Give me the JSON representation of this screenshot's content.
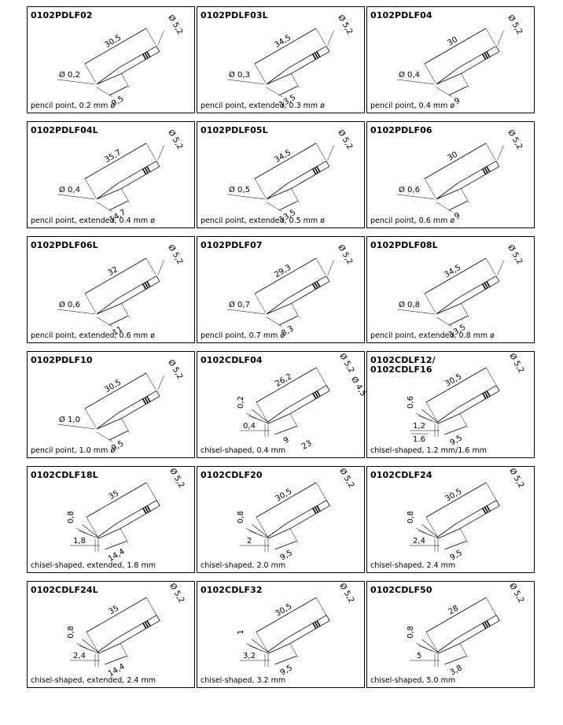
{
  "tips": [
    {
      "code": "0102PDLF02",
      "caption": "pencil point, 0.2 mm ø",
      "kind": "pencil",
      "dims": {
        "length": "30,5",
        "shaft": "Ø 5,2",
        "tip": "Ø 0,2",
        "reach": "9,5"
      }
    },
    {
      "code": "0102PDLF03L",
      "caption": "pencil point, extended, 0.3 mm ø",
      "kind": "pencil",
      "dims": {
        "length": "34,5",
        "shaft": "Ø 5,2",
        "tip": "Ø 0,3",
        "reach": "13,5"
      }
    },
    {
      "code": "0102PDLF04",
      "caption": "pencil point, 0.4 mm ø",
      "kind": "pencil",
      "dims": {
        "length": "30",
        "shaft": "Ø 5,2",
        "tip": "Ø 0,4",
        "reach": "9"
      }
    },
    {
      "code": "0102PDLF04L",
      "caption": "pencil point, extended, 0.4 mm ø",
      "kind": "pencil",
      "dims": {
        "length": "35,7",
        "shaft": "Ø 5,2",
        "tip": "Ø 0,4",
        "reach": "14,7"
      }
    },
    {
      "code": "0102PDLF05L",
      "caption": "pencil point, extended, 0.5 mm ø",
      "kind": "pencil",
      "dims": {
        "length": "34,5",
        "shaft": "Ø 5,2",
        "tip": "Ø 0,5",
        "reach": "13,5"
      }
    },
    {
      "code": "0102PDLF06",
      "caption": "pencil point, 0.6 mm ø",
      "kind": "pencil",
      "dims": {
        "length": "30",
        "shaft": "Ø 5,2",
        "tip": "Ø 0,6",
        "reach": "9"
      }
    },
    {
      "code": "0102PDLF06L",
      "caption": "pencil point, extended, 0.6 mm ø",
      "kind": "pencil",
      "dims": {
        "length": "32",
        "shaft": "Ø 5,2",
        "tip": "Ø 0,6",
        "reach": "11"
      }
    },
    {
      "code": "0102PDLF07",
      "caption": "pencil point, 0.7 mm ø",
      "kind": "pencil",
      "dims": {
        "length": "29,3",
        "shaft": "Ø 5,2",
        "tip": "Ø 0,7",
        "reach": "8,3"
      }
    },
    {
      "code": "0102PDLF08L",
      "caption": "pencil point, extended, 0.8 mm ø",
      "kind": "pencil",
      "dims": {
        "length": "34,5",
        "shaft": "Ø 5,2",
        "tip": "Ø 0,8",
        "reach": "13,5"
      }
    },
    {
      "code": "0102PDLF10",
      "caption": "pencil point, 1.0 mm ø",
      "kind": "pencil",
      "dims": {
        "length": "30,5",
        "shaft": "Ø 5,2",
        "tip": "Ø 1,0",
        "reach": "9,5"
      }
    },
    {
      "code": "0102CDLF04",
      "caption": "chisel-shaped, 0.4 mm",
      "kind": "chisel",
      "dims": {
        "length": "26,2",
        "shaft": "Ø 5,2",
        "shaft2": "Ø 4,5",
        "thick": "0,2",
        "width": "0,4",
        "reach": "9",
        "reach2": "23"
      }
    },
    {
      "code": "0102CDLF12/\n0102CDLF16",
      "caption": "chisel-shaped, 1.2 mm/1.6 mm",
      "kind": "chisel",
      "dims": {
        "length": "30,5",
        "shaft": "Ø 5,2",
        "thick": "0,6",
        "width": "1,2",
        "width2": "1.6",
        "reach": "9,5"
      }
    },
    {
      "code": "0102CDLF18L",
      "caption": "chisel-shaped, extended, 1.8 mm",
      "kind": "chisel",
      "dims": {
        "length": "35",
        "shaft": "Ø 5,2",
        "thick": "0,8",
        "width": "1,8",
        "reach": "14,4"
      }
    },
    {
      "code": "0102CDLF20",
      "caption": "chisel-shaped, 2.0 mm",
      "kind": "chisel",
      "dims": {
        "length": "30,5",
        "shaft": "Ø 5,2",
        "thick": "0,8",
        "width": "2",
        "reach": "9,5"
      }
    },
    {
      "code": "0102CDLF24",
      "caption": "chisel-shaped, 2.4 mm",
      "kind": "chisel",
      "dims": {
        "length": "30,5",
        "shaft": "Ø 5,2",
        "thick": "0,8",
        "width": "2,4",
        "reach": "9,5"
      }
    },
    {
      "code": "0102CDLF24L",
      "caption": "chisel-shaped, extended, 2.4 mm",
      "kind": "chisel",
      "dims": {
        "length": "35",
        "shaft": "Ø 5,2",
        "thick": "0,8",
        "width": "2,4",
        "reach": "14,4"
      }
    },
    {
      "code": "0102CDLF32",
      "caption": "chisel-shaped, 3.2 mm",
      "kind": "chisel",
      "dims": {
        "length": "30,5",
        "shaft": "Ø 5,2",
        "thick": "1",
        "width": "3,2",
        "reach": "9,5"
      }
    },
    {
      "code": "0102CDLF50",
      "caption": "chisel-shaped, 5.0 mm",
      "kind": "chisel",
      "dims": {
        "length": "28",
        "shaft": "Ø 5,2",
        "thick": "0,8",
        "width": "5",
        "reach": "3,8"
      }
    }
  ]
}
